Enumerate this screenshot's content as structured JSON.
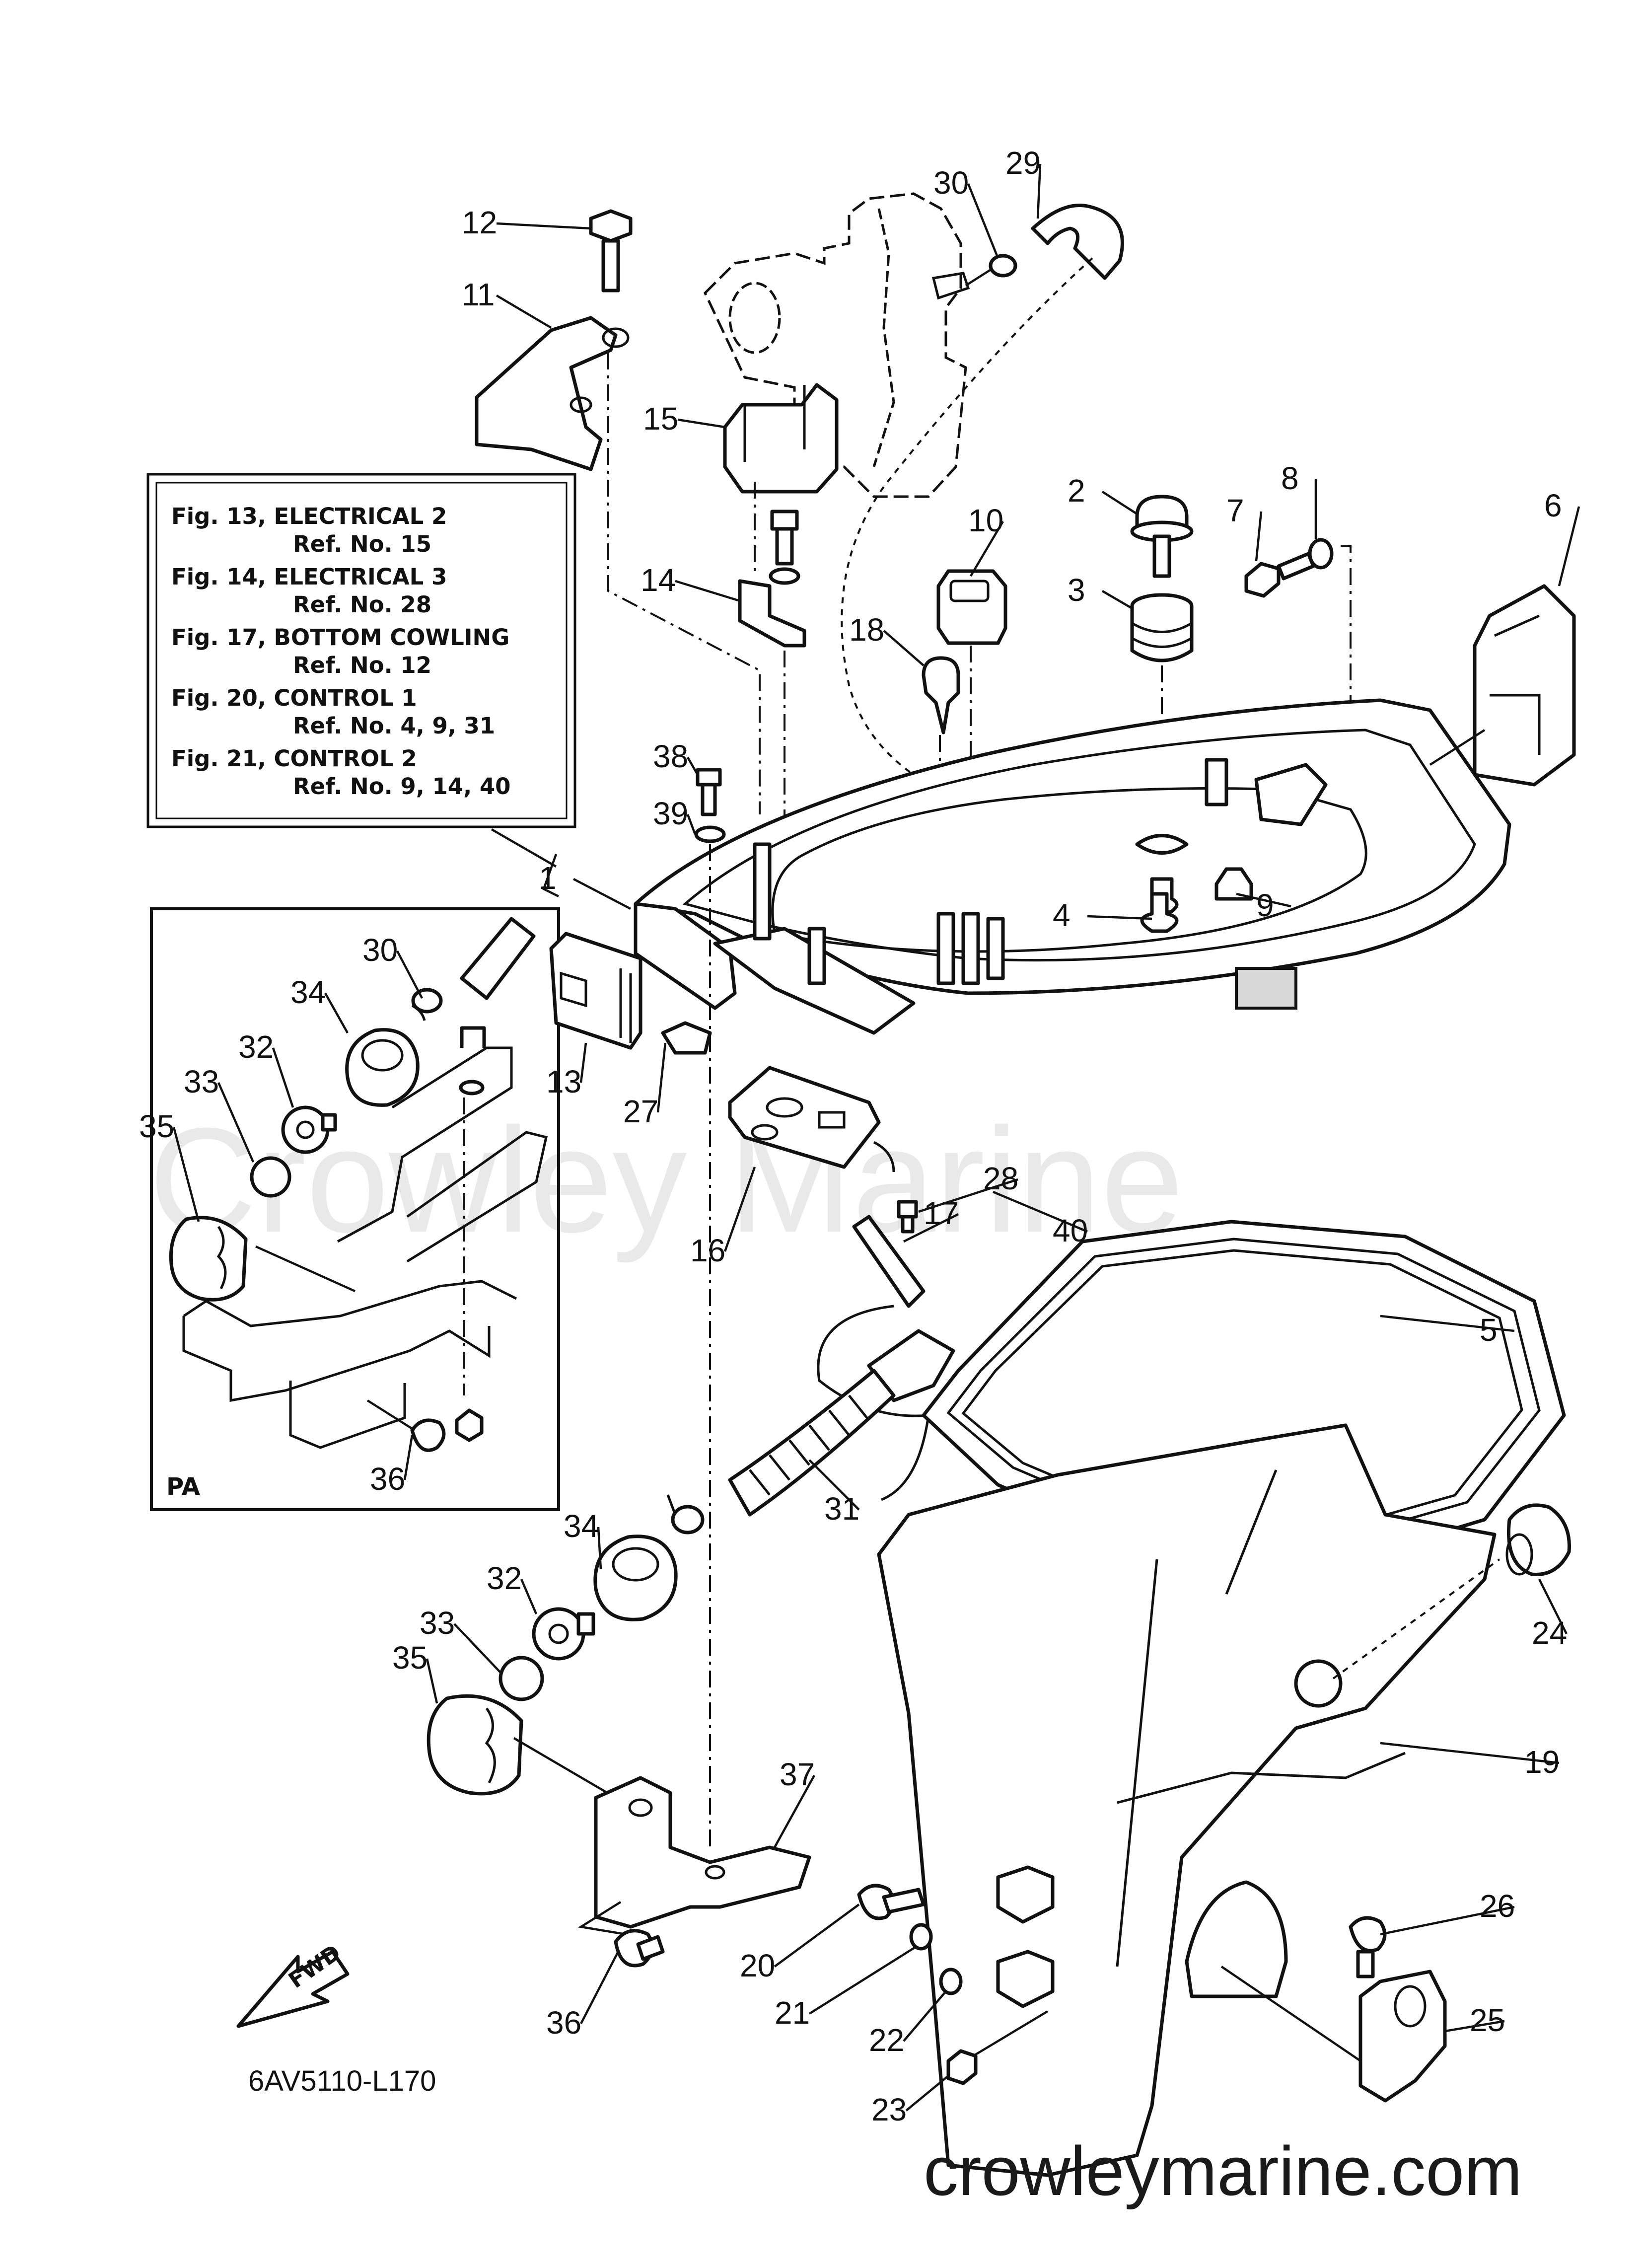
{
  "watermark": "Crowley Marine",
  "site": "crowleymarine.com",
  "drawing_code": "6AV5110-L170",
  "fwd_label": "FWD",
  "inset_label": "PA",
  "reference_box": [
    {
      "fig": "Fig. 13, ELECTRICAL 2",
      "ref": "Ref. No. 15"
    },
    {
      "fig": "Fig. 14, ELECTRICAL 3",
      "ref": "Ref. No. 28"
    },
    {
      "fig": "Fig. 17, BOTTOM COWLING",
      "ref": "Ref. No. 12"
    },
    {
      "fig": "Fig. 20, CONTROL 1",
      "ref": "Ref. No. 4, 9, 31"
    },
    {
      "fig": "Fig. 21, CONTROL 2",
      "ref": "Ref. No. 9, 14, 40"
    }
  ],
  "callouts": [
    "1",
    "2",
    "3",
    "4",
    "5",
    "6",
    "7",
    "8",
    "9",
    "10",
    "11",
    "12",
    "13",
    "14",
    "15",
    "16",
    "17",
    "18",
    "19",
    "20",
    "21",
    "22",
    "23",
    "24",
    "25",
    "26",
    "27",
    "28",
    "29",
    "30",
    "31",
    "32",
    "33",
    "34",
    "35",
    "36",
    "37",
    "38",
    "39",
    "40",
    "30",
    "34",
    "32",
    "33",
    "35",
    "36"
  ]
}
